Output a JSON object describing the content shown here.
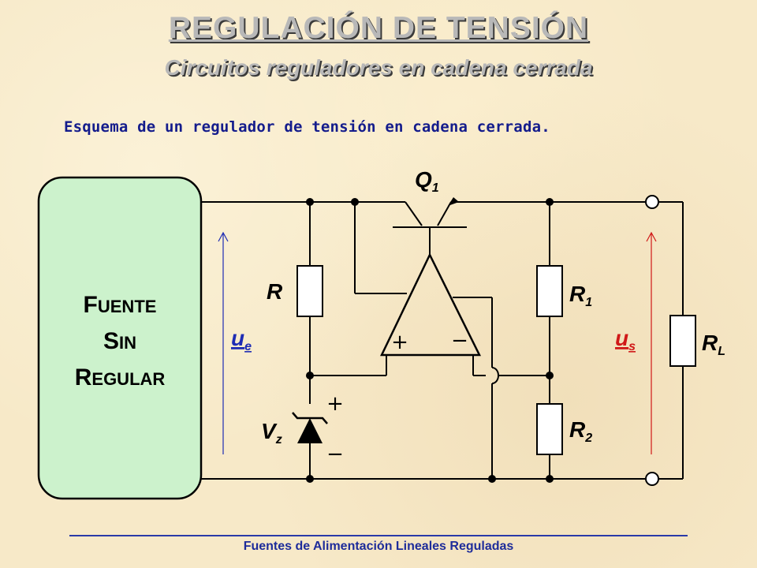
{
  "header": {
    "title": "REGULACIÓN DE TENSIÓN",
    "subtitle": "Circuitos reguladores en cadena cerrada"
  },
  "caption": "Esquema de un regulador de tensión en cadena cerrada.",
  "circuit": {
    "source_block": {
      "line1_cap": "F",
      "line1_rest": "UENTE",
      "line2_cap": "S",
      "line2_rest": "IN",
      "line3_cap": "R",
      "line3_rest": "EGULAR",
      "fill": "#ccf2cc"
    },
    "transistor": {
      "main": "Q",
      "sub": "1"
    },
    "resistor_r": "R",
    "resistor_r1": {
      "main": "R",
      "sub": "1"
    },
    "resistor_r2": {
      "main": "R",
      "sub": "2"
    },
    "resistor_rl": {
      "main": "R",
      "sub": "L"
    },
    "zener": {
      "main": "V",
      "sub": "z"
    },
    "input_voltage": {
      "main": "u",
      "sub": "e",
      "color": "#1e2cb4"
    },
    "output_voltage": {
      "main": "u",
      "sub": "s",
      "color": "#d01818"
    },
    "opamp_plus": "+",
    "opamp_minus": "−",
    "zener_plus": "+",
    "zener_minus": "−"
  },
  "footer": "Fuentes de Alimentación Lineales Reguladas"
}
